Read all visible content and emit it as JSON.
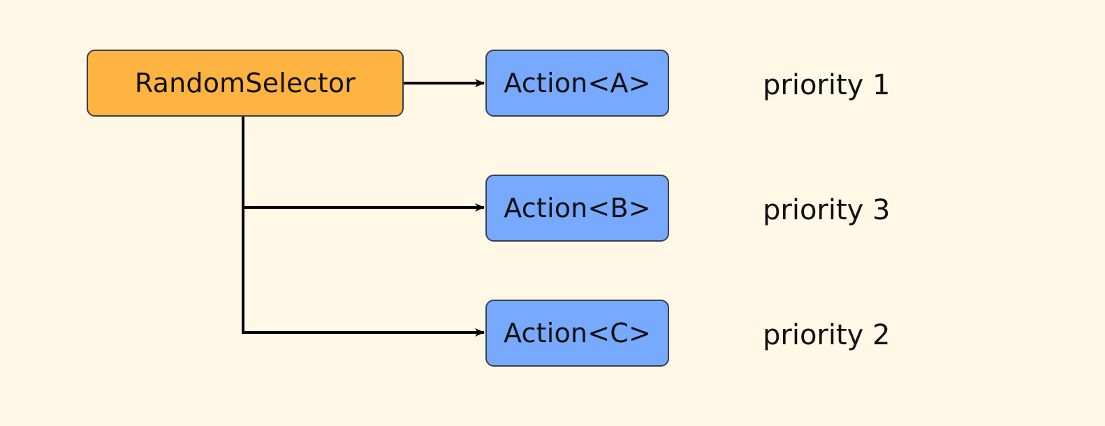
{
  "root": {
    "label": "RandomSelector"
  },
  "actions": [
    {
      "label": "Action<A>",
      "priority": "priority 1"
    },
    {
      "label": "Action<B>",
      "priority": "priority 3"
    },
    {
      "label": "Action<C>",
      "priority": "priority 2"
    }
  ],
  "colors": {
    "background": "#fff8e6",
    "selector": "#ffb441",
    "action": "#77a9ff",
    "border": "#3a3f4a",
    "edge": "#000000"
  }
}
